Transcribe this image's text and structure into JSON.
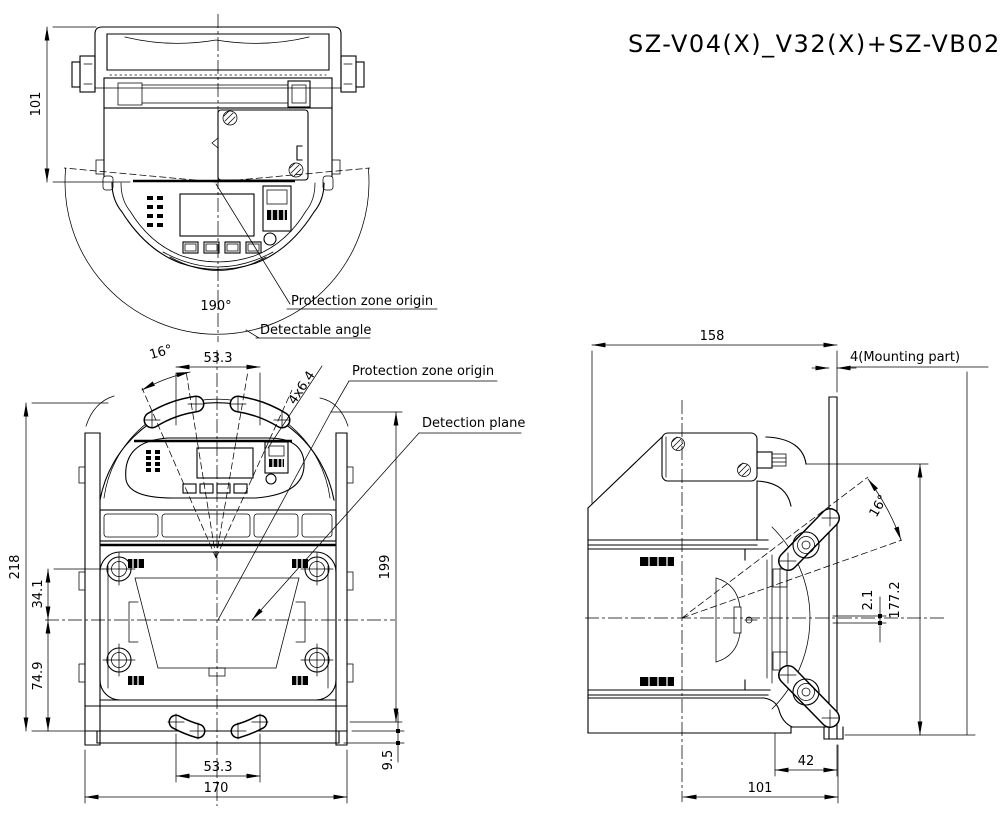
{
  "drawing": {
    "title": "SZ-V04(X)_V32(X)+SZ-VB02",
    "views": {
      "top": {
        "dim_height": "101",
        "detectable_angle": "190°",
        "label_protection_zone_origin": "Protection zone origin",
        "label_detectable_angle": "Detectable angle"
      },
      "front": {
        "dim_rotation_angle": "16°",
        "dim_slot_span_top": "53.3",
        "dim_mounting_holes": "4x6.4",
        "label_protection_zone_origin": "Protection zone origin",
        "label_detection_plane": "Detection plane",
        "dim_overall_height": "218",
        "dim_screw_to_plane": "34.1",
        "dim_plane_to_bottom": "74.9",
        "dim_plane_height": "199",
        "dim_base_thickness": "9.5",
        "dim_slot_span_bottom": "53.3",
        "dim_overall_width": "170"
      },
      "side": {
        "dim_overall_depth": "158",
        "label_mounting_part": "4(Mounting part)",
        "dim_rotation_angle": "16°",
        "dim_plane_offset": "2.1",
        "dim_mounting_height": "177.2",
        "dim_bracket_depth": "42",
        "dim_body_depth": "101"
      }
    },
    "colors": {
      "line": "#000000",
      "background": "#ffffff"
    }
  }
}
